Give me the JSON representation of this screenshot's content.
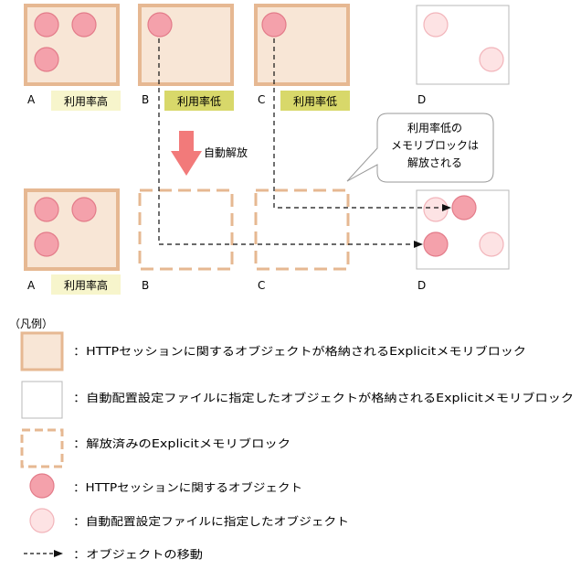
{
  "colors": {
    "session_block_fill": "#f8e6d6",
    "session_block_border": "#e6b892",
    "deploy_block_border": "#b8b8b8",
    "released_border": "#e6b892",
    "session_object_fill": "#f4a1ab",
    "session_object_border": "#e37b89",
    "deploy_object_fill": "#fde3e4",
    "deploy_object_border": "#f2b4ba",
    "low_usage_tag": "#d8d86a",
    "high_usage_tag": "#f7f5cc",
    "release_arrow": "#f27a7a"
  },
  "top_row": {
    "blocks": [
      {
        "letter": "A",
        "usage": "利用率高"
      },
      {
        "letter": "B",
        "usage": "利用率低"
      },
      {
        "letter": "C",
        "usage": "利用率低"
      },
      {
        "letter": "D"
      }
    ]
  },
  "bottom_row": {
    "blocks": [
      {
        "letter": "A",
        "usage": "利用率高"
      },
      {
        "letter": "B"
      },
      {
        "letter": "C"
      },
      {
        "letter": "D"
      }
    ]
  },
  "release_label": "自動解放",
  "callout": {
    "lines": [
      "利用率低の",
      "メモリブロックは",
      "解放される"
    ]
  },
  "legend": {
    "title": "（凡例）",
    "items": [
      {
        "icon": "session-block",
        "text": "：HTTPセッションに関するオブジェクトが格納されるExplicitメモリブロック"
      },
      {
        "icon": "deploy-block",
        "text": "：自動配置設定ファイルに指定したオブジェクトが格納されるExplicitメモリブロック"
      },
      {
        "icon": "released-block",
        "text": "：解放済みのExplicitメモリブロック"
      },
      {
        "icon": "session-object",
        "text": "：HTTPセッションに関するオブジェクト"
      },
      {
        "icon": "deploy-object",
        "text": "：自動配置設定ファイルに指定したオブジェクト"
      },
      {
        "icon": "move-arrow",
        "text": "：オブジェクトの移動"
      }
    ]
  }
}
